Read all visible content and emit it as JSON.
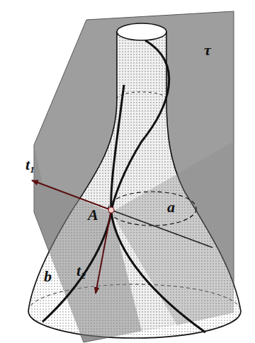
{
  "diagram": {
    "labels": [
      "τ",
      "t₁",
      "A",
      "a",
      "b",
      "t₂"
    ]
  }
}
